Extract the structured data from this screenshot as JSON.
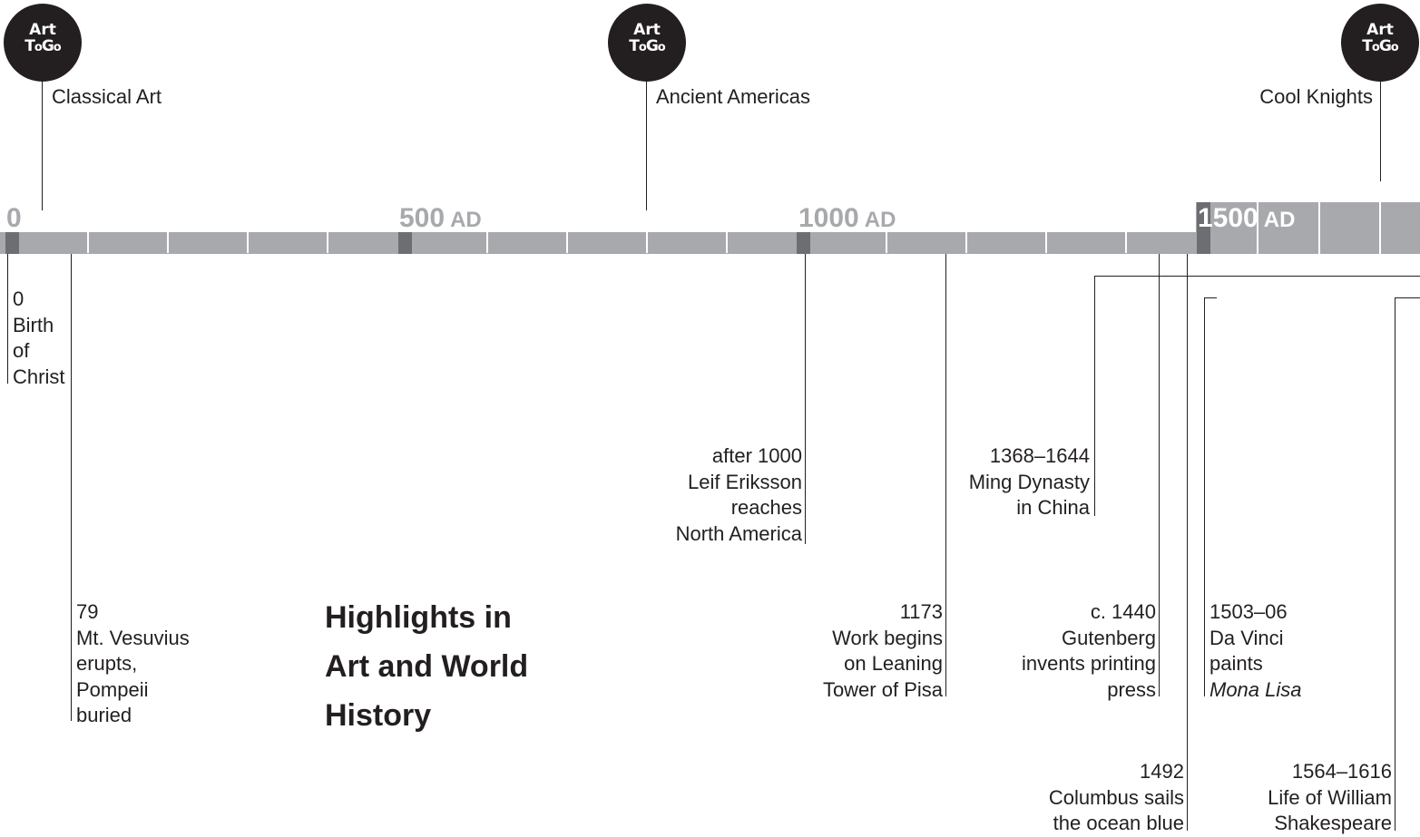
{
  "brand": {
    "logo_line1": "Art",
    "logo_line2_a": "T",
    "logo_line2_b": "o",
    "logo_line2_c": "G",
    "logo_line2_d": "o"
  },
  "topics": [
    {
      "label": "Classical Art"
    },
    {
      "label": "Ancient Americas"
    },
    {
      "label": "Cool Knights"
    }
  ],
  "axis": {
    "labels": [
      {
        "year": "0",
        "suffix": ""
      },
      {
        "year": "500",
        "suffix": "AD"
      },
      {
        "year": "1000",
        "suffix": "AD"
      },
      {
        "year": "1500",
        "suffix": "AD"
      }
    ],
    "bar_color": "#a7a9ac",
    "major_tick_color": "#6d6e71",
    "highlight_color": "#a7a9ac"
  },
  "title": {
    "line1": "Highlights in",
    "line2": "Art and World",
    "line3": "History"
  },
  "events": {
    "birth": [
      "0",
      "Birth",
      "of",
      "Christ"
    ],
    "vesuvius": [
      "79",
      "Mt. Vesuvius",
      "erupts,",
      "Pompeii",
      "buried"
    ],
    "leif": [
      "after 1000",
      "Leif Eriksson",
      "reaches",
      "North America"
    ],
    "ming": [
      "1368–1644",
      "Ming Dynasty",
      "in China"
    ],
    "pisa": [
      "1173",
      "Work begins",
      "on Leaning",
      "Tower of Pisa"
    ],
    "gutenberg": [
      "c. 1440",
      "Gutenberg",
      "invents printing",
      "press"
    ],
    "monalisa": [
      "1503–06",
      "Da Vinci",
      "paints",
      "Mona Lisa"
    ],
    "columbus": [
      "1492",
      "Columbus sails",
      "the ocean blue"
    ],
    "shakespeare": [
      "1564–1616",
      "Life of William",
      "Shakespeare"
    ]
  }
}
